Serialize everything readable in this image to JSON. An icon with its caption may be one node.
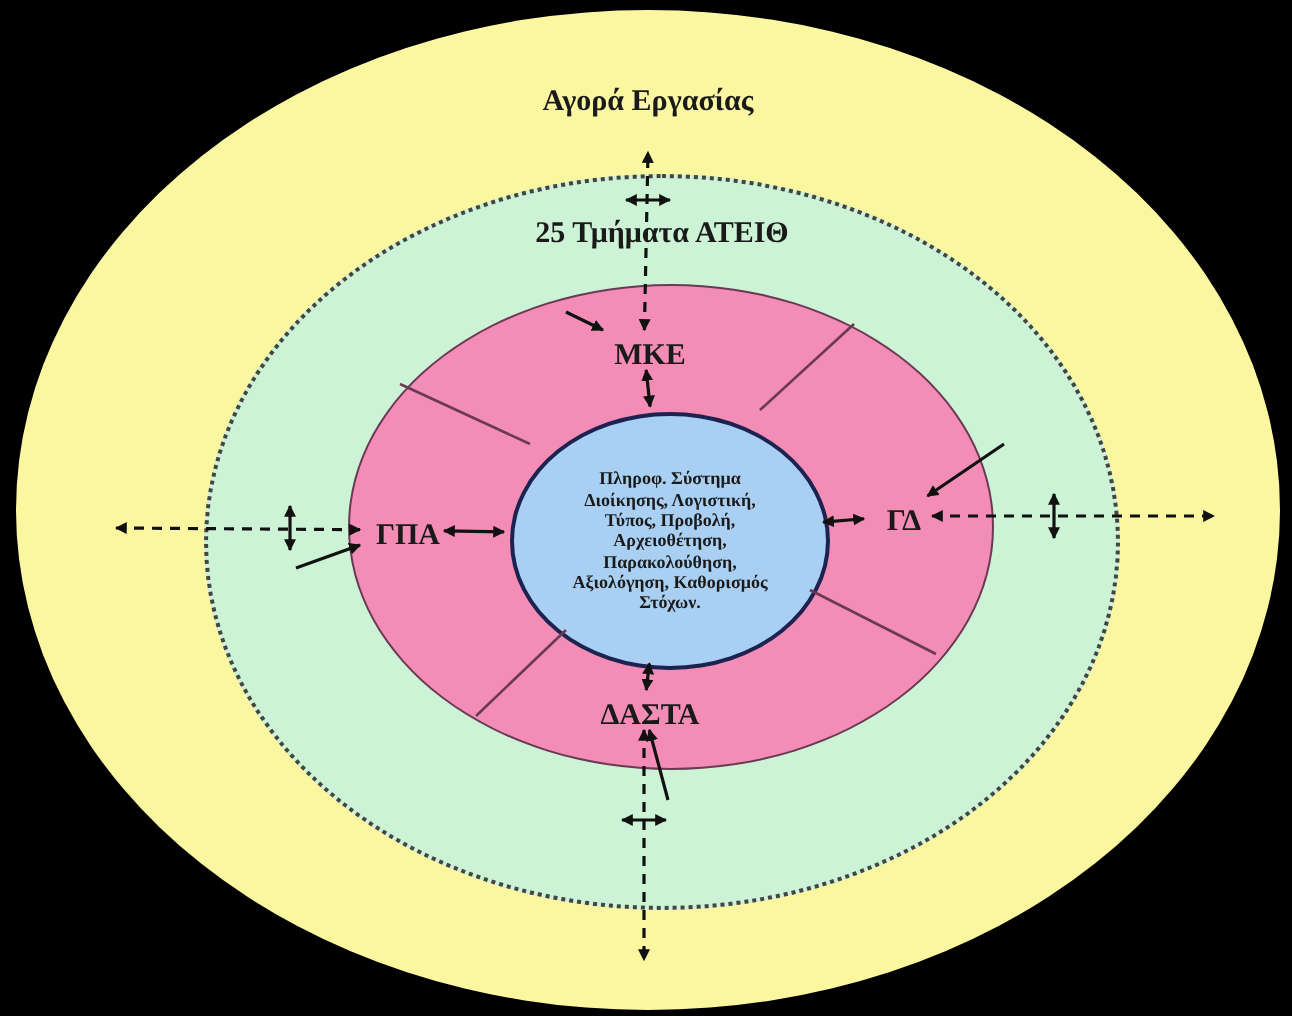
{
  "diagram": {
    "nodes": [
      {
        "text": [
          "Αγορά Εργασίας"
        ]
      },
      {
        "text": [
          "25 Τμήματα ΑΤΕΙΘ"
        ],
        "in": 0
      },
      {
        "text": [],
        "shape": "circle",
        "in": 1
      },
      {
        "text": [
          "ΜΚΕ"
        ],
        "in": 2
      },
      {
        "text": [
          "ΓΠΑ"
        ],
        "in": 2
      },
      {
        "text": [
          "Πληροφ. Σύστημα Διοίκησης, Λογιστική, Τύπος, Προβολή, Αρχειοθέτηση, Παρακολούθηση, Αξιολόγηση, Καθορισμός Στόχων."
        ],
        "in": 2
      },
      {
        "text": [
          "ΓΔ"
        ],
        "in": 2
      },
      {
        "text": [
          "ΔΑΣΤΑ"
        ],
        "in": 2
      }
    ],
    "edges": [
      {
        "from": null,
        "to": 3,
        "arrow": "to"
      },
      {
        "from": 3,
        "to": 5,
        "arrow": "both"
      },
      {
        "from": 4,
        "to": 5,
        "arrow": "both"
      },
      {
        "from": 5,
        "to": 6,
        "arrow": "both"
      },
      {
        "from": 5,
        "to": 7,
        "arrow": "both"
      },
      {
        "from": 3,
        "to": 0,
        "arrow": "both",
        "style": "dashed"
      },
      {
        "from": 4,
        "to": 0,
        "arrow": "both",
        "style": "dashed"
      },
      {
        "from": 6,
        "to": 0,
        "arrow": "both",
        "style": "dashed"
      },
      {
        "from": 7,
        "to": 0,
        "arrow": "both",
        "style": "dashed"
      },
      {
        "from": null,
        "to": 4,
        "arrow": "to"
      },
      {
        "from": null,
        "to": 6,
        "arrow": "to"
      },
      {
        "from": null,
        "to": 7,
        "arrow": "to"
      }
    ]
  }
}
